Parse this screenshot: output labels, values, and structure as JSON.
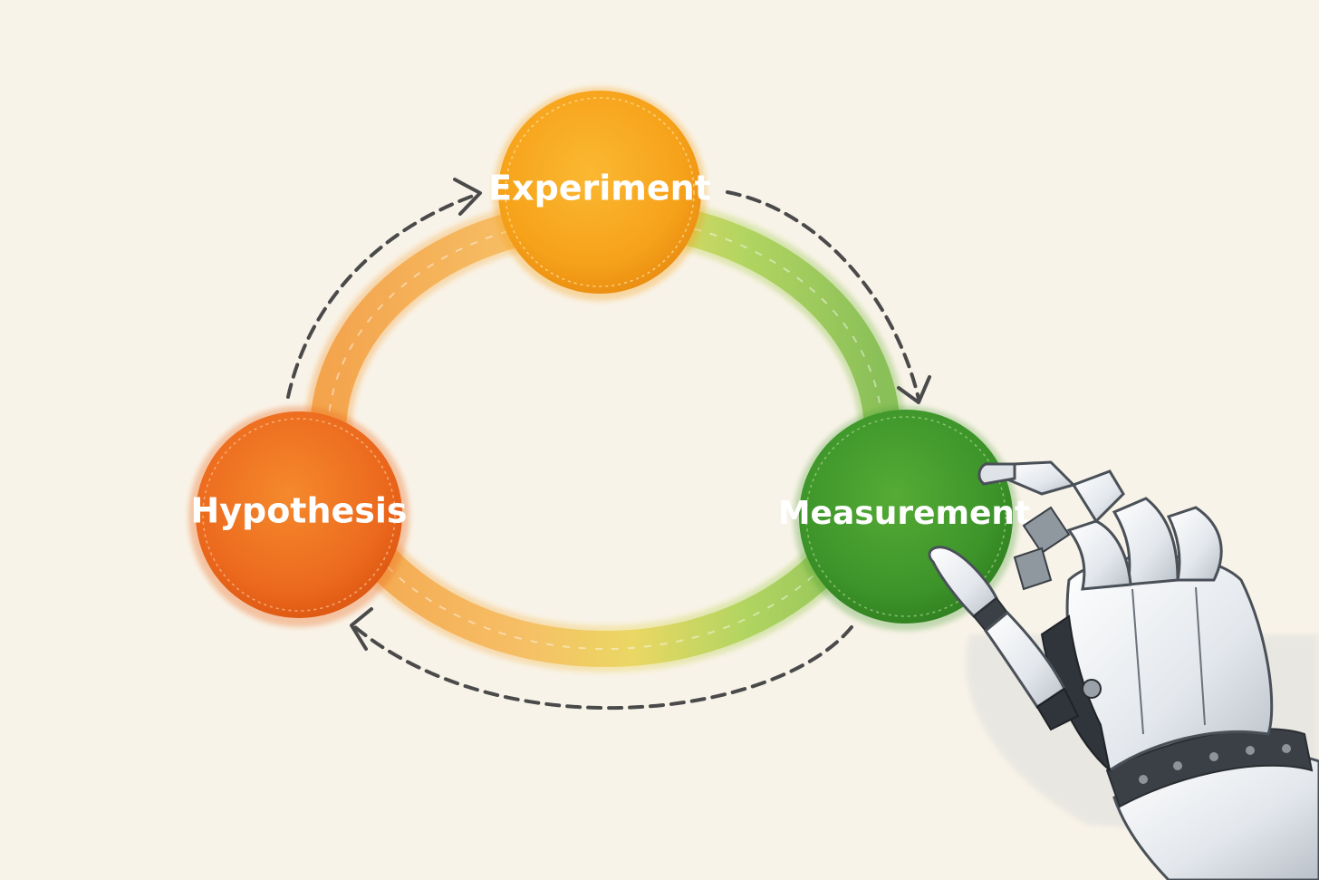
{
  "diagram": {
    "type": "cycle",
    "nodes": [
      {
        "id": "experiment",
        "label": "Experiment",
        "color": "#f5a21e"
      },
      {
        "id": "measurement",
        "label": "Measurement",
        "color": "#3f9a2a"
      },
      {
        "id": "hypothesis",
        "label": "Hypothesis",
        "color": "#ec6a1e"
      }
    ],
    "flow": [
      "hypothesis",
      "experiment",
      "measurement",
      "hypothesis"
    ],
    "ring_colors": [
      "#f6a94a",
      "#f4c542",
      "#9ccb3f",
      "#6eb33c"
    ],
    "background": "#f8f3e8",
    "decoration": "robotic-hand-icon"
  }
}
